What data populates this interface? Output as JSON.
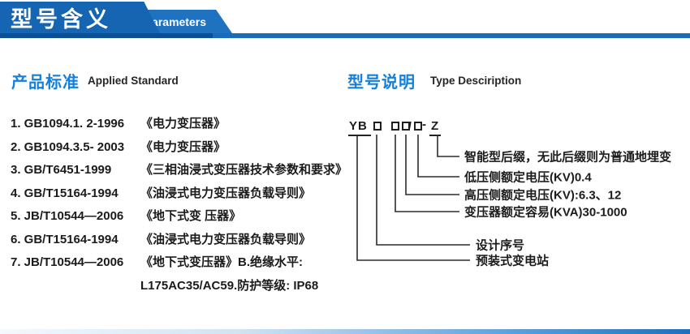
{
  "header": {
    "title": "型号含义",
    "subtitle": "Product parameters"
  },
  "colors": {
    "header_blue": "#1565b2",
    "header_blue_light": "#1f72c0",
    "header_strip_dark": "#0e4e92",
    "section_title_blue": "#1280dc",
    "body_text": "#1b1b1b"
  },
  "standards_section": {
    "title_cn": "产品标准",
    "title_en": "Applied Standard",
    "items": [
      {
        "code": "1. GB1094.1. 2-1996",
        "name": "《电力变压器》"
      },
      {
        "code": "2. GB1094.3.5- 2003",
        "name": "《电力变压器》"
      },
      {
        "code": "3. GB/T6451-1999",
        "name": "《三相油浸式变压器技术参数和要求》"
      },
      {
        "code": "4. GB/T15164-1994",
        "name": "《油浸式电力变压器负载导则》"
      },
      {
        "code": "5. JB/T10544—2006",
        "name": "《地下式变 压器》"
      },
      {
        "code": "6. GB/T15164-1994",
        "name": "《油浸式电力变压器负载导则》"
      },
      {
        "code": "7. JB/T10544—2006",
        "name": "《地下式变压器》B.绝缘水平:"
      }
    ],
    "continuation": "L175AC35/AC59.防护等级: IP68"
  },
  "type_section": {
    "title_cn": "型号说明",
    "title_en": "Type Desciription",
    "code_pattern": "YB□ □□/□-Z",
    "code": {
      "prefix": "YB",
      "slash": "/",
      "dash": "-",
      "suffix": "Z"
    },
    "labels": [
      "智能型后缀，无此后缀则为普通地埋变",
      "低压侧额定电压(KV)0.4",
      "高压侧额定电压(KV):6.3、12",
      "变压器额定容易(KVA)30-1000",
      "设计序号",
      "预装式变电站"
    ]
  }
}
